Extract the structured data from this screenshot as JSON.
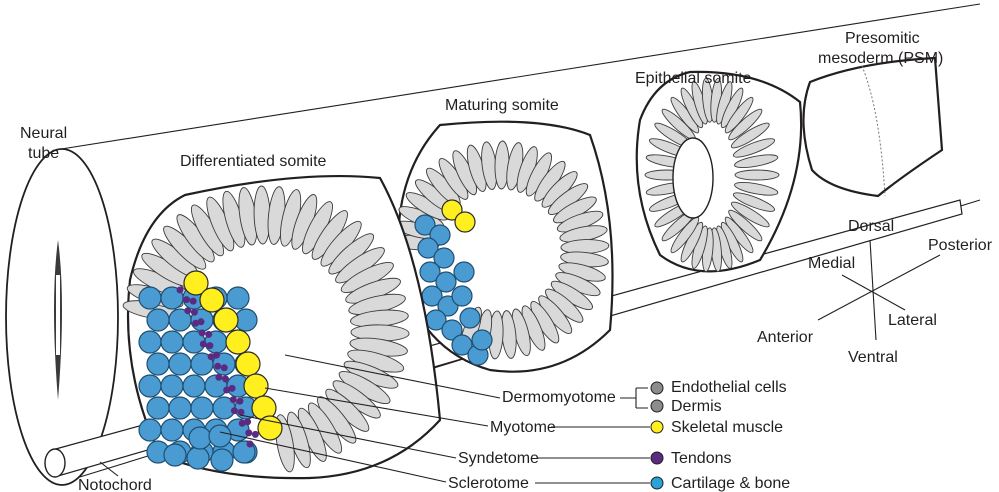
{
  "labels": {
    "neural_tube_1": "Neural",
    "neural_tube_2": "tube",
    "notochord": "Notochord",
    "differentiated_somite": "Differentiated somite",
    "maturing_somite": "Maturing somite",
    "epithelial_somite": "Epithelial somite",
    "psm_1": "Presomitic",
    "psm_2": "mesoderm (PSM)"
  },
  "axes": {
    "dorsal": "Dorsal",
    "ventral": "Ventral",
    "medial": "Medial",
    "lateral": "Lateral",
    "anterior": "Anterior",
    "posterior": "Posterior"
  },
  "compartments": {
    "dermomyotome": "Dermomyotome",
    "myotome": "Myotome",
    "syndetome": "Syndetome",
    "sclerotome": "Sclerotome"
  },
  "fates": {
    "endothelial": "Endothelial cells",
    "dermis": "Dermis",
    "skeletal_muscle": "Skeletal muscle",
    "tendons": "Tendons",
    "cartilage_bone": "Cartilage & bone"
  },
  "colors": {
    "dermomyotome_gray": "#8c8c8c",
    "myotome_yellow": "#ffef1f",
    "syndetome_purple": "#5b2b82",
    "sclerotome_blue": "#29a3d8",
    "epithelial_gray": "#d9d9d9"
  }
}
